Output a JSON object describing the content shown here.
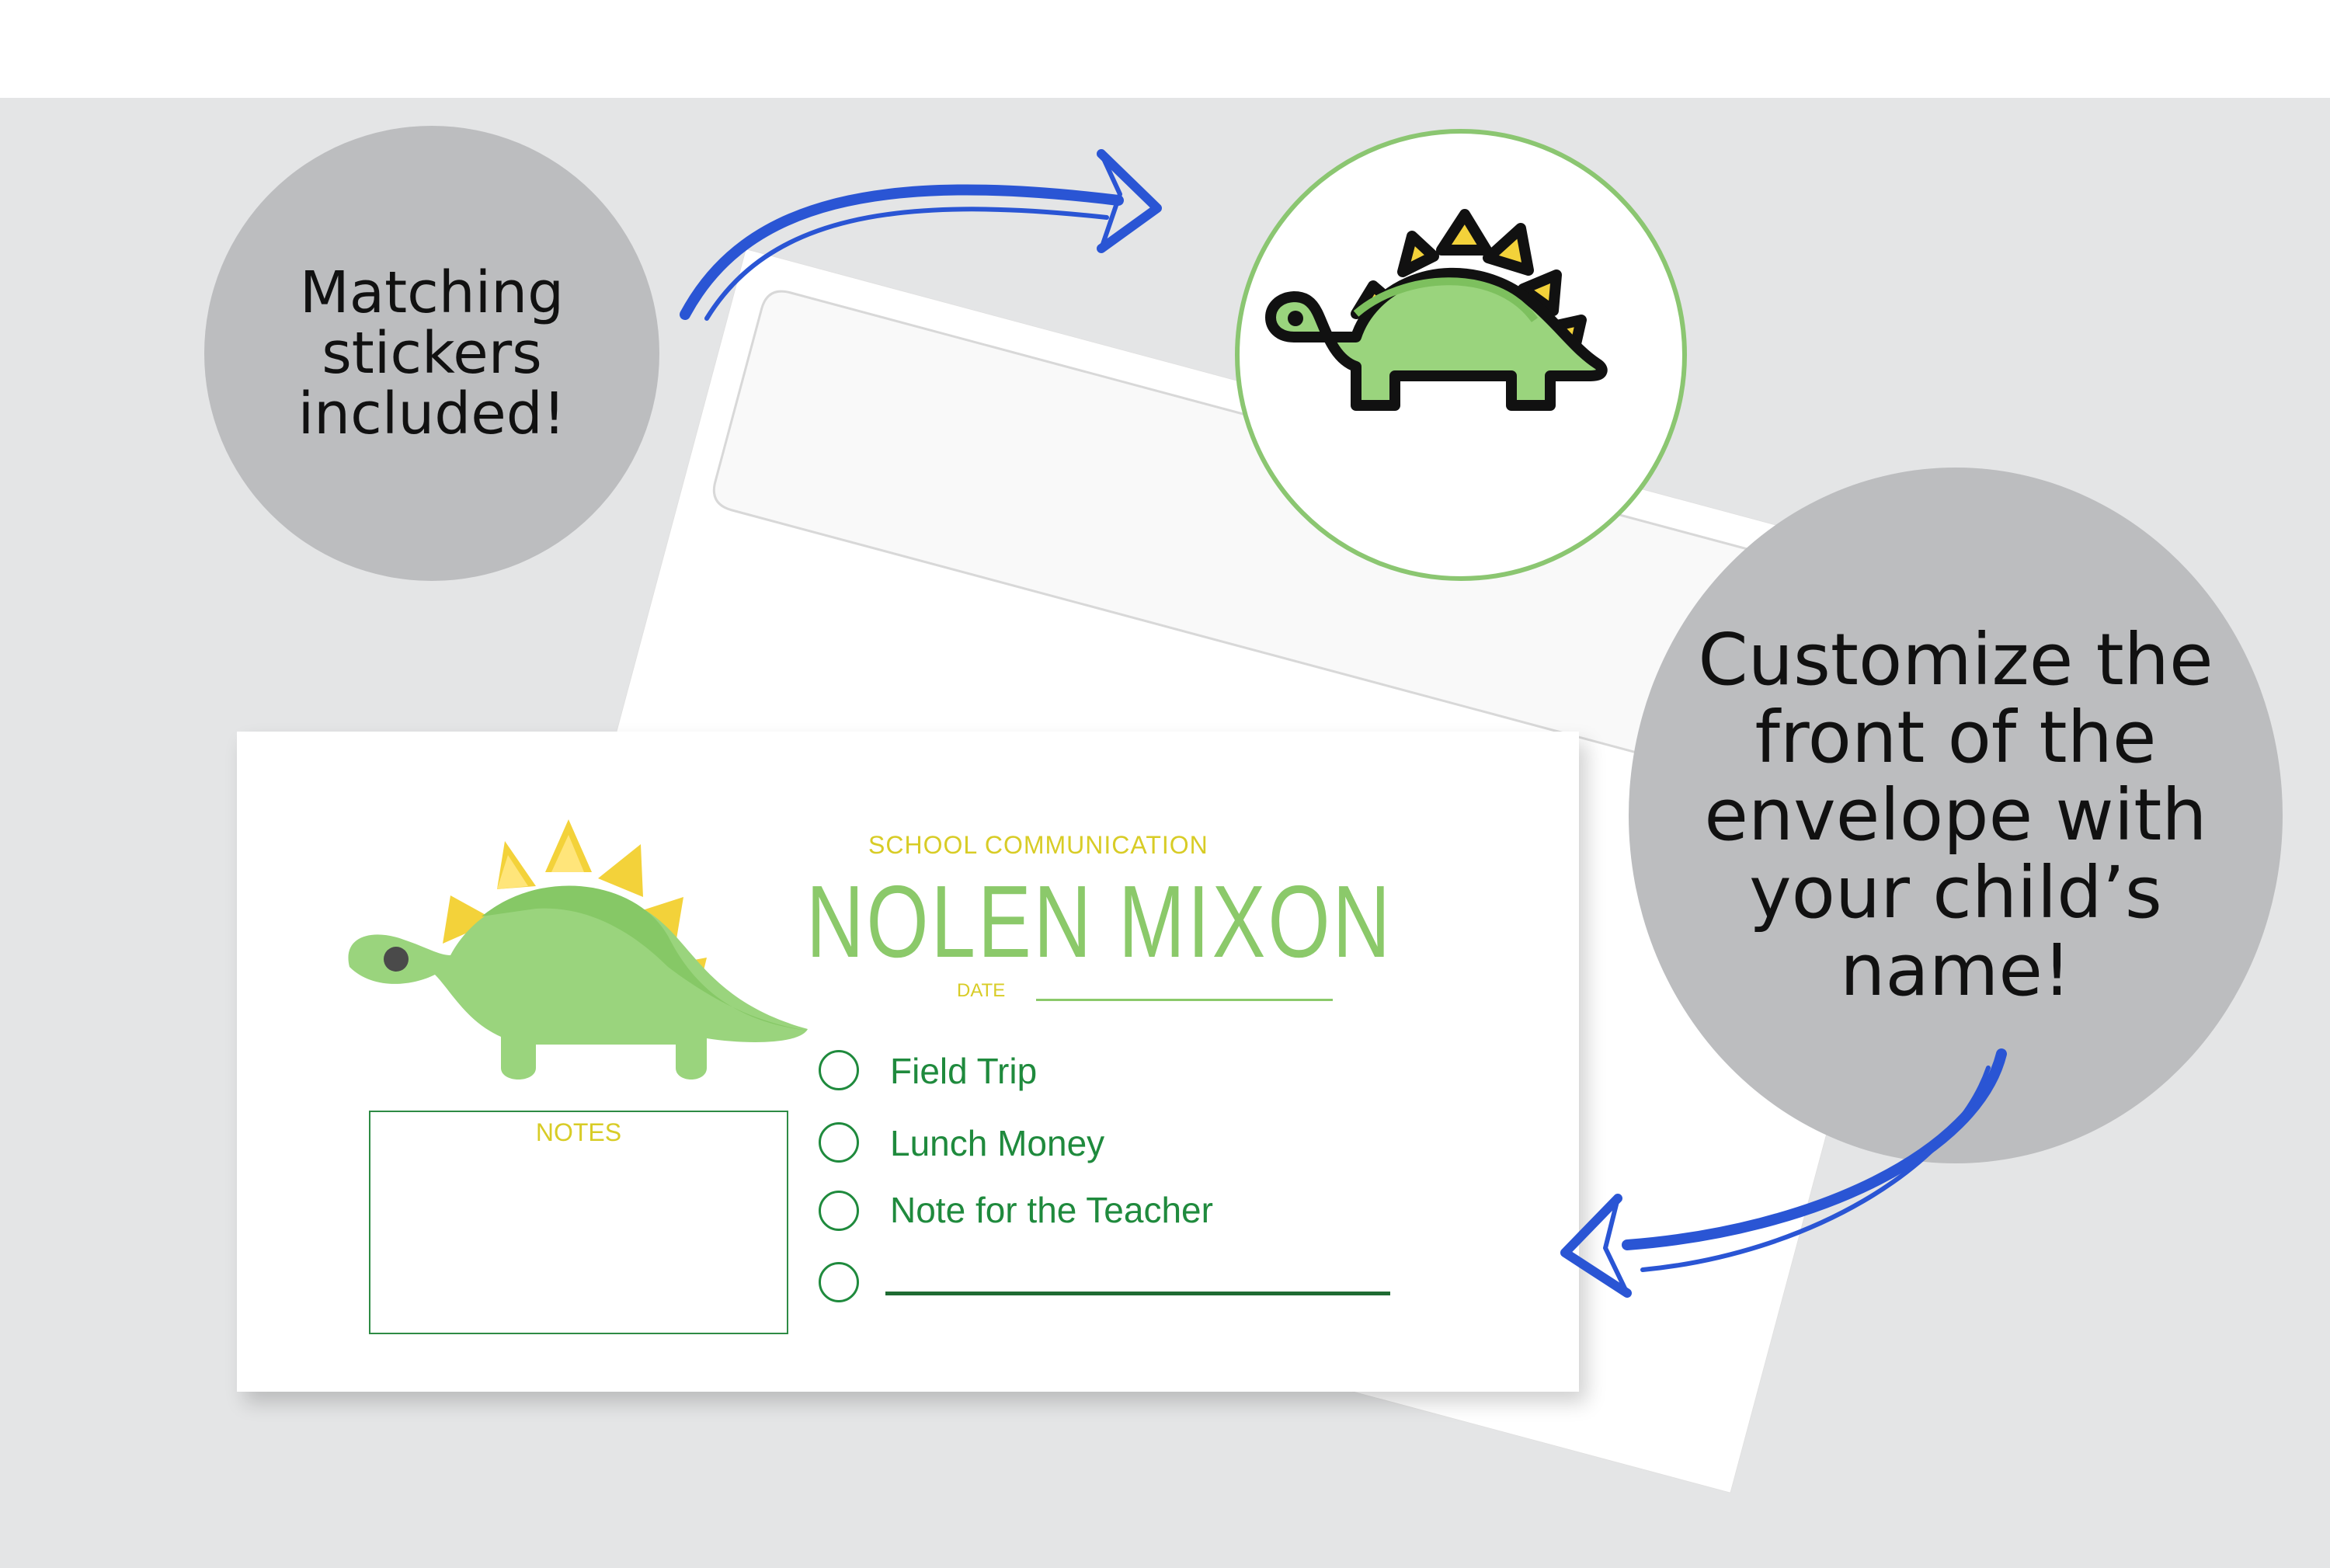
{
  "callouts": {
    "stickers": "Matching\nstickers\nincluded!",
    "customize": "Customize the\nfront of the\nenvelope with\nyour child’s\nname!"
  },
  "envelope": {
    "header": "SCHOOL COMMUNICATION",
    "child_name": "NOLEN MIXON",
    "date_label": "DATE",
    "notes_label": "NOTES",
    "checklist": [
      "Field Trip",
      "Lunch Money",
      "Note for the Teacher",
      ""
    ]
  },
  "colors": {
    "background": "#e4e5e6",
    "bubble": "#bcbdbf",
    "dino_green": "#9ad47d",
    "spike_yellow": "#f3d23a",
    "accent_green": "#1f8a3d",
    "name_green": "#8bc96a",
    "arrow_blue": "#2a55d4"
  },
  "icons": [
    "curved-arrow-icon",
    "stegosaurus-icon",
    "stegosaurus-sticker-icon"
  ]
}
